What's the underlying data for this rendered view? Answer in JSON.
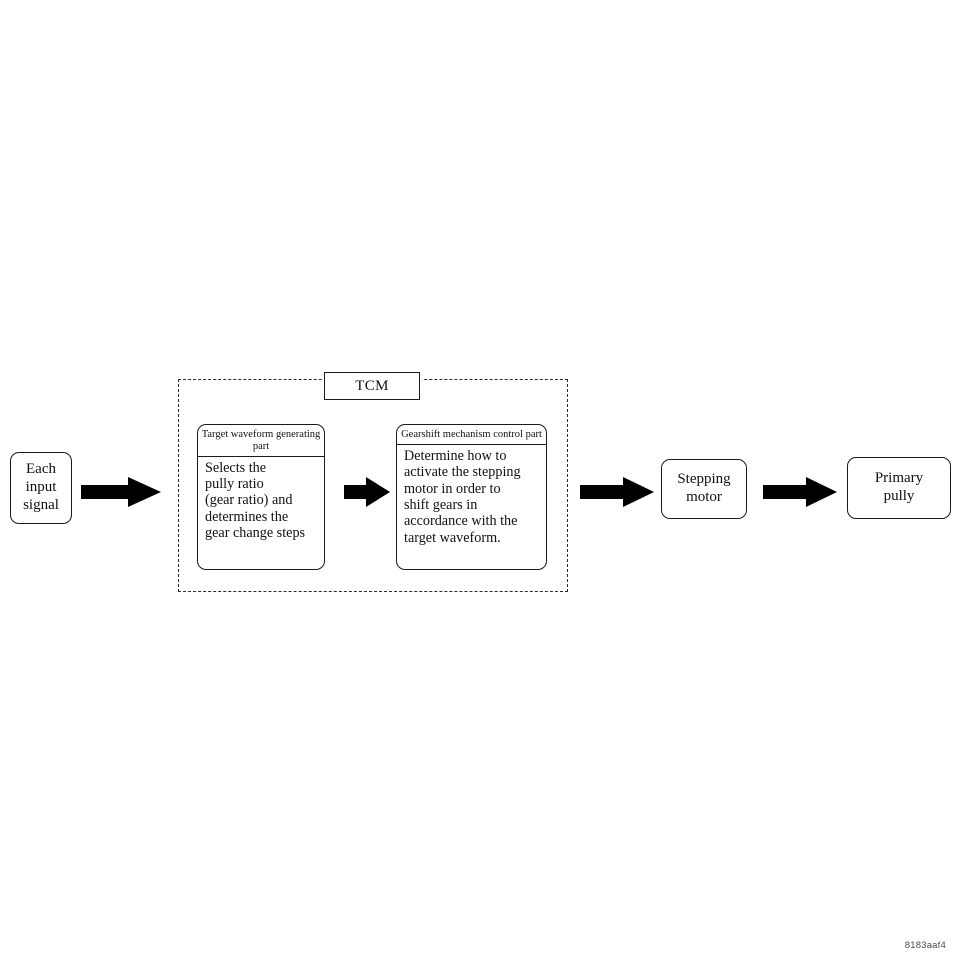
{
  "figure": {
    "id_label": "8183aaf4",
    "arrow_color": "#000000",
    "line_color": "#1a1a1a",
    "background": "#ffffff"
  },
  "nodes": {
    "each_input_signal": {
      "name": "Each input signal",
      "lines": [
        "Each",
        "input",
        "signal"
      ]
    },
    "stepping_motor": {
      "name": "Stepping motor",
      "lines": [
        "Stepping",
        "motor"
      ]
    },
    "primary_pully": {
      "name": "Primary pully",
      "lines": [
        "Primary",
        "pully"
      ]
    }
  },
  "tcm": {
    "label": "TCM",
    "cards": [
      {
        "header_lines": [
          "Target waveform",
          "generating part"
        ],
        "body_lines": [
          "Selects the",
          "pully ratio",
          "(gear ratio) and",
          "determines the",
          "gear change steps"
        ]
      },
      {
        "header_lines": [
          "Gearshift mechanism",
          "control part"
        ],
        "body_lines": [
          "Determine how to",
          "activate the stepping",
          "motor in order to",
          "shift gears in",
          "accordance with the",
          "target waveform."
        ]
      }
    ]
  },
  "arrows": [
    {
      "id": "input-to-tcm",
      "from": "Each input signal",
      "to": "TCM",
      "direction": "right"
    },
    {
      "id": "wave-to-gear",
      "from": "Target waveform generating part",
      "to": "Gearshift mechanism control part",
      "direction": "right"
    },
    {
      "id": "tcm-to-motor",
      "from": "TCM",
      "to": "Stepping motor",
      "direction": "right"
    },
    {
      "id": "motor-to-pully",
      "from": "Stepping motor",
      "to": "Primary pully",
      "direction": "right"
    }
  ]
}
